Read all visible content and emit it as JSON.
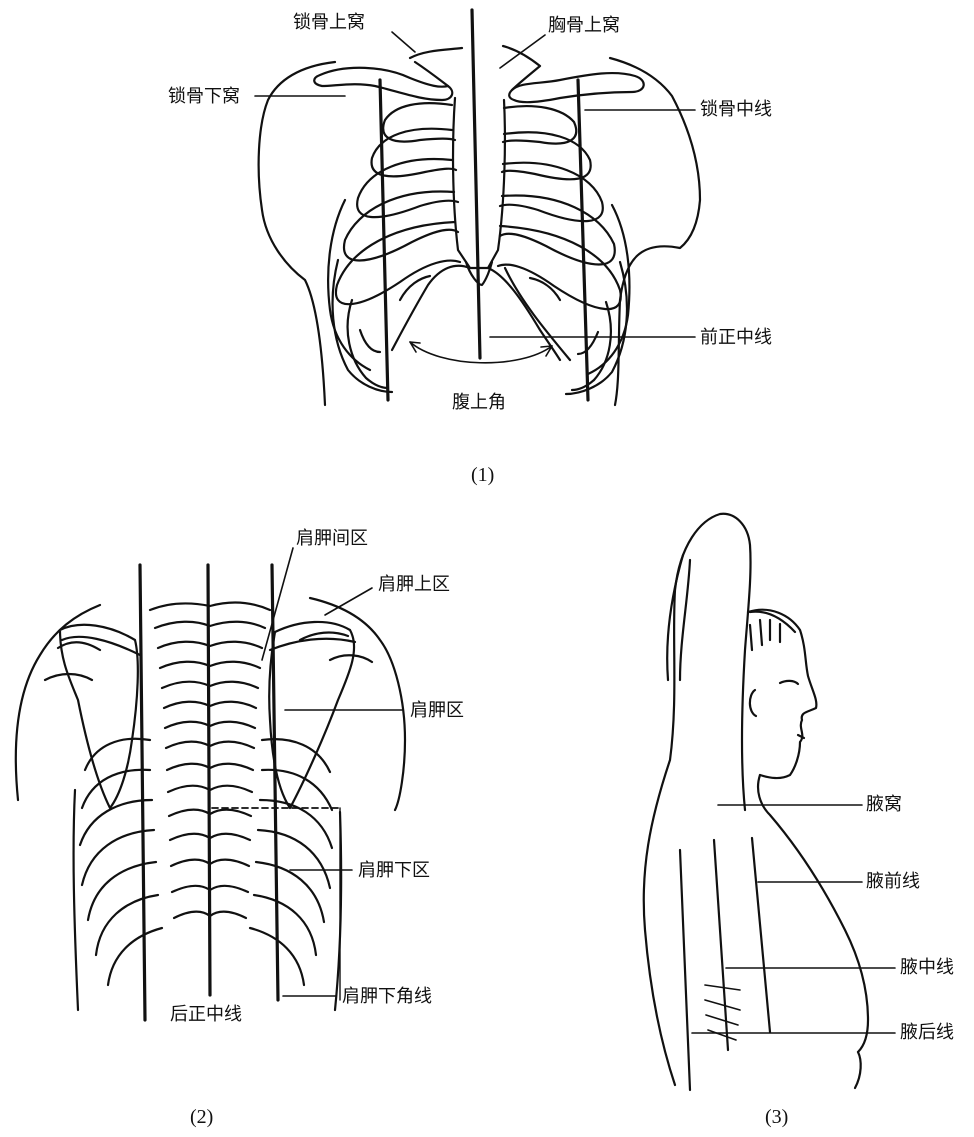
{
  "figures": [
    {
      "caption": "(1)",
      "labels": {
        "clavicle_upper_fossa": "锁骨上窝",
        "sternal_upper_fossa": "胸骨上窝",
        "clavicle_lower_fossa": "锁骨下窝",
        "midclavicular_line": "锁骨中线",
        "anterior_midline": "前正中线",
        "epigastric_angle": "腹上角"
      }
    },
    {
      "caption": "(2)",
      "labels": {
        "interscapular_region": "肩胛间区",
        "suprascapular_region": "肩胛上区",
        "scapular_region": "肩胛区",
        "infrascapular_region": "肩胛下区",
        "posterior_midline": "后正中线",
        "scapular_line": "肩胛下角线"
      }
    },
    {
      "caption": "(3)",
      "labels": {
        "axilla": "腋窝",
        "anterior_axillary_line": "腋前线",
        "mid_axillary_line": "腋中线",
        "posterior_axillary_line": "腋后线"
      }
    }
  ]
}
